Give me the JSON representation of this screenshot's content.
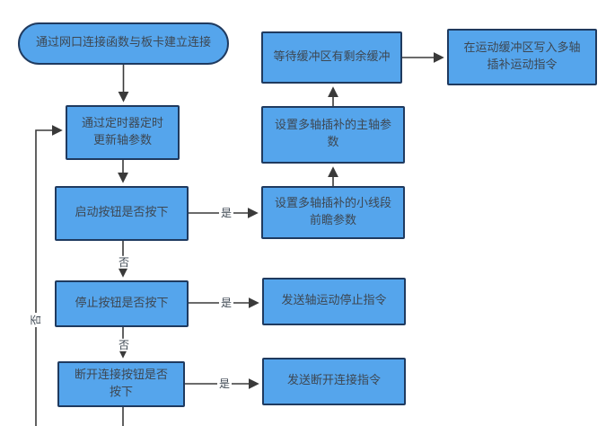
{
  "diagram": {
    "type": "flowchart",
    "colors": {
      "node_fill": "#55a5ec",
      "node_border": "#1f3a5f",
      "node_text": "#3d4752",
      "line": "#3a3a3a",
      "background": "#ffffff"
    },
    "nodes": {
      "connect": {
        "label": "通过网口连接函数与板卡建立连接"
      },
      "wait_buffer": {
        "label": "等待缓冲区有剩余缓冲"
      },
      "write_buffer": {
        "label": "在运动缓冲区写入多轴\n插补运动指令"
      },
      "timer_update": {
        "label": "通过定时器定时\n更新轴参数"
      },
      "set_spindle": {
        "label": "设置多轴插补的主轴参\n数"
      },
      "start_pressed": {
        "label": "启动按钮是否按下"
      },
      "set_lookahead": {
        "label": "设置多轴插补的小线段\n前瞻参数"
      },
      "stop_pressed": {
        "label": "停止按钮是否按下"
      },
      "send_stop": {
        "label": "发送轴运动停止指令"
      },
      "disconnect_pressed": {
        "label": "断开连接按钮是否\n按下"
      },
      "send_disconnect": {
        "label": "发送断开连接指令"
      }
    },
    "edge_labels": {
      "start_yes": "是",
      "start_no": "否",
      "stop_yes": "是",
      "stop_no": "否",
      "disconnect_yes": "是",
      "loop_no": "否"
    }
  }
}
